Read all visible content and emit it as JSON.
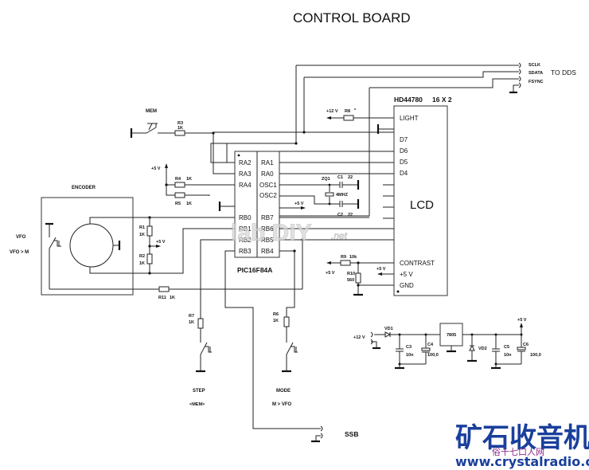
{
  "title": "CONTROL BOARD",
  "dds": {
    "label": "TO DDS",
    "pins": [
      "SCLK",
      "SDATA",
      "FSYNC"
    ]
  },
  "lcd": {
    "model": "HD44780",
    "size": "16 X 2",
    "label": "LCD",
    "pins": [
      "LIGHT",
      "D7",
      "D6",
      "D5",
      "D4",
      "CONTRAST",
      "+5 V",
      "GND"
    ]
  },
  "pic": {
    "name": "PIC16F84A",
    "left_pins": [
      "RA2",
      "RA3",
      "RA4",
      "",
      "RB0",
      "RB1",
      "RB2",
      "RB3"
    ],
    "right_pins": [
      "RA1",
      "RA0",
      "OSC1",
      "OSC2",
      "RB7",
      "RB6",
      "RB5",
      "RB4"
    ]
  },
  "components": {
    "mem_label": "MEM",
    "r3": {
      "ref": "R3",
      "value": "1K"
    },
    "r4": {
      "ref": "R4",
      "value": "1K"
    },
    "r5": {
      "ref": "R5",
      "value": "1K"
    },
    "r1": {
      "ref": "R1",
      "value": "1K"
    },
    "r2": {
      "ref": "R2",
      "value": "1K"
    },
    "r6": {
      "ref": "R6",
      "value": "1K"
    },
    "r7": {
      "ref": "R7",
      "value": "1K"
    },
    "r8": {
      "ref": "R8",
      "value": "*"
    },
    "r9": {
      "ref": "R9",
      "value": "10k"
    },
    "r10": {
      "ref": "R10",
      "value": "560"
    },
    "r11": {
      "ref": "R11",
      "value": "1K"
    },
    "c1": {
      "ref": "C1",
      "value": "22"
    },
    "c2": {
      "ref": "C2",
      "value": "22"
    },
    "zq1": {
      "ref": "ZQ1",
      "value": "4MHZ"
    },
    "c3": {
      "ref": "C3",
      "value": "10n"
    },
    "c4": {
      "ref": "C4",
      "value": "100,0"
    },
    "c5": {
      "ref": "C5",
      "value": "10n"
    },
    "c6": {
      "ref": "C6",
      "value": "100,0"
    },
    "vd1": "VD1",
    "vd2": "VD2",
    "regulator": "7805"
  },
  "rails": {
    "plus5": "+5 V",
    "plus12": "+12 V"
  },
  "encoder": {
    "label": "ENCODER",
    "vfo": "VFO",
    "vfo_m": "VFO > M"
  },
  "buttons": {
    "step": "STEP",
    "step_sub": "<MEM>",
    "mode": "MODE",
    "mode_sub": "M > VFO",
    "ssb": "SSB"
  },
  "watermark": {
    "text": "lab DIY",
    "suffix": ".net"
  },
  "logo": {
    "chinese": "矿石收音机",
    "sub": "俗十七口人网",
    "url": "www.crystalradio.cn"
  }
}
